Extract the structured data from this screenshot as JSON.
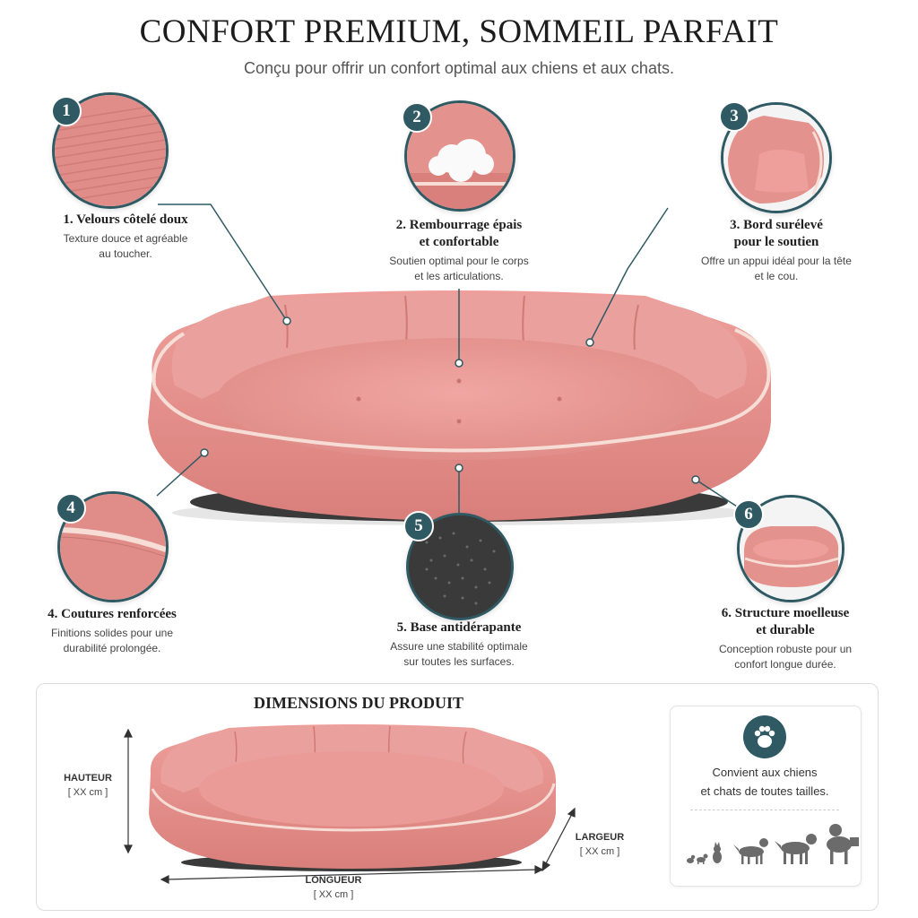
{
  "header": {
    "title": "CONFORT PREMIUM, SOMMEIL PARFAIT",
    "subtitle": "Conçu pour offrir un confort optimal aux chiens et aux chats."
  },
  "features": [
    {
      "number": "1",
      "title_line1": "1. Velours côtelé doux",
      "title_line2": "",
      "desc_line1": "Texture douce et agréable",
      "desc_line2": "au toucher."
    },
    {
      "number": "2",
      "title_line1": "2. Rembourrage épais",
      "title_line2": "et confortable",
      "desc_line1": "Soutien optimal pour le corps",
      "desc_line2": "et les articulations."
    },
    {
      "number": "3",
      "title_line1": "3. Bord surélevé",
      "title_line2": "pour le soutien",
      "desc_line1": "Offre un appui idéal pour la tête",
      "desc_line2": "et le cou."
    },
    {
      "number": "4",
      "title_line1": "4. Coutures renforcées",
      "title_line2": "",
      "desc_line1": "Finitions solides pour une",
      "desc_line2": "durabilité prolongée."
    },
    {
      "number": "5",
      "title_line1": "5. Base antidérapante",
      "title_line2": "",
      "desc_line1": "Assure une stabilité optimale",
      "desc_line2": "sur toutes les surfaces."
    },
    {
      "number": "6",
      "title_line1": "6. Structure moelleuse",
      "title_line2": "et durable",
      "desc_line1": "Conception robuste pour un",
      "desc_line2": "confort longue durée."
    }
  ],
  "dimensions": {
    "title": "DIMENSIONS DU PRODUIT",
    "height_label": "HAUTEUR",
    "height_value": "[ XX cm ]",
    "width_label": "LARGEUR",
    "width_value": "[ XX cm ]",
    "length_label": "LONGUEUR",
    "length_value": "[ XX cm ]"
  },
  "info": {
    "icon": "paw-icon",
    "line1": "Convient aux chiens",
    "line2": "et chats de toutes tailles."
  },
  "colors": {
    "accent": "#2f5a63",
    "bed_pink": "#e8938f",
    "bed_pink_dark": "#d9807c",
    "piping": "#f6ded6",
    "base": "#3a3a3a",
    "silhouette": "#6b6b6b"
  }
}
